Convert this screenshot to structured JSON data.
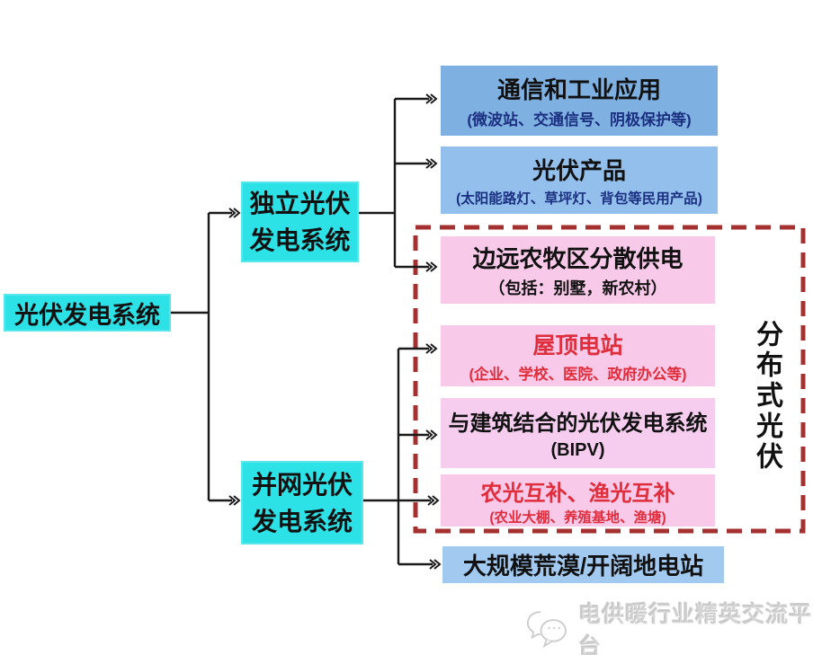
{
  "colors": {
    "cyan_node": "#2de2e6",
    "blue_leaf_dark": "#7fb0e2",
    "blue_leaf_mid": "#92bfec",
    "blue_leaf_light": "#a2c9f0",
    "pink_leaf": "#f8c9e8",
    "pink_leaf_light": "#f6cdef",
    "navy_subtitle": "#1b3080",
    "red_text": "#e02d3c",
    "dashed_border_red": "#a4312f",
    "connector_line": "#1a1a1a"
  },
  "root": {
    "label": "光伏发电系统"
  },
  "branches": [
    {
      "line1": "独立光伏",
      "line2": "发电系统"
    },
    {
      "line1": "并网光伏",
      "line2": "发电系统"
    }
  ],
  "leaves": [
    {
      "title": "通信和工业应用",
      "subtitle": "(微波站、交通信号、阴极保护等)"
    },
    {
      "title": "光伏产品",
      "subtitle": "(太阳能路灯、草坪灯、背包等民用产品)"
    },
    {
      "title": "边远农牧区分散供电",
      "subtitle": "（包括：别墅，新农村）"
    },
    {
      "title": "屋顶电站",
      "subtitle": "(企业、学校、医院、政府办公等)"
    },
    {
      "title": "与建筑结合的光伏发电系统",
      "subtitle": "(BIPV)"
    },
    {
      "title": "农光互补、渔光互补",
      "subtitle": "(农业大棚、养殖基地、渔塘)"
    },
    {
      "title": "大规模荒漠/开阔地电站",
      "subtitle": ""
    }
  ],
  "distributed_group": {
    "label": "分布式光伏"
  },
  "watermark": {
    "icon": "chat-bubbles-icon",
    "text": "电供暖行业精英交流平台"
  }
}
